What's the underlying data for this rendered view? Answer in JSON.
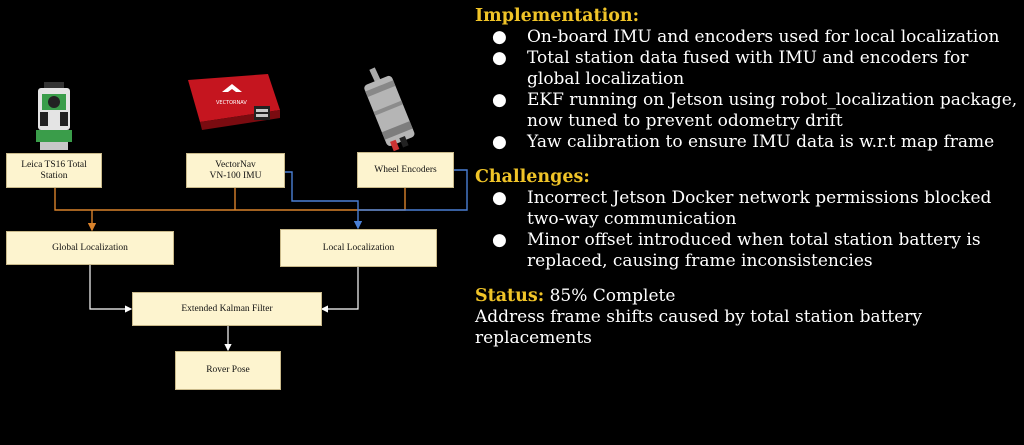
{
  "diagram": {
    "nodes": {
      "leica": "Leica TS16 Total\nStation",
      "vectornav": "VectorNav\nVN-100 IMU",
      "encoders": "Wheel Encoders",
      "global": "Global Localization",
      "local": "Local Localization",
      "ekf": "Extended Kalman Filter",
      "pose": "Rover Pose"
    },
    "logo_text": "VECTORNAV",
    "colors": {
      "orange": "#d9822b",
      "blue": "#4a7fd4",
      "white": "#ffffff"
    }
  },
  "implementation": {
    "heading": "Implementation:",
    "items": [
      "On-board IMU and encoders used for local localization",
      "Total station data fused with IMU and encoders for global localization",
      "EKF running on Jetson using robot_localization package, now tuned to prevent odometry drift",
      "Yaw calibration to ensure IMU data is w.r.t map frame"
    ]
  },
  "challenges": {
    "heading": "Challenges:",
    "items": [
      "Incorrect Jetson Docker network permissions blocked two-way communication",
      "Minor offset introduced when total station battery is replaced, causing frame inconsistencies"
    ]
  },
  "status": {
    "label": "Status:",
    "value": "85% Complete",
    "note": "Address frame shifts caused by total station battery replacements"
  },
  "bullet": "●"
}
